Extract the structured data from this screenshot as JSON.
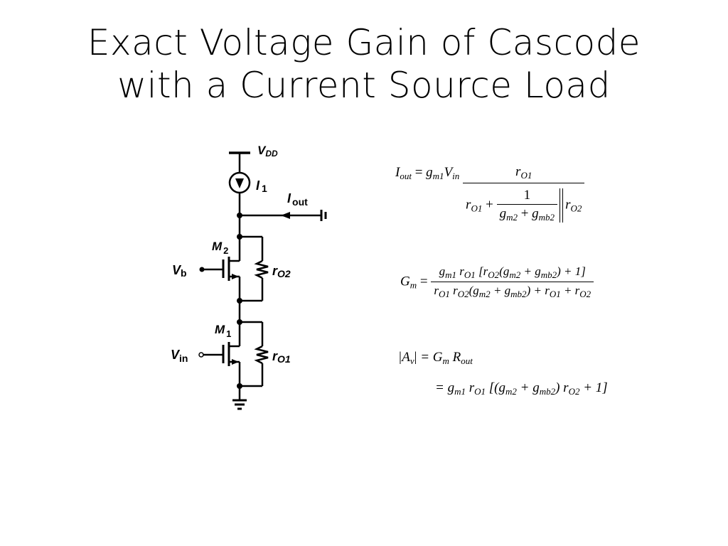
{
  "slide": {
    "title_line1": "Exact Voltage Gain of Cascode",
    "title_line2": "with a Current Source Load"
  },
  "circuit": {
    "labels": {
      "vdd": "V",
      "vdd_sub": "DD",
      "i1": "I",
      "i1_sub": "1",
      "iout": "I",
      "iout_sub": "out",
      "m2": "M",
      "m2_sub": "2",
      "m1": "M",
      "m1_sub": "1",
      "vb": "V",
      "vb_sub": "b",
      "vin": "V",
      "vin_sub": "in",
      "ro2": "r",
      "ro2_sub": "O2",
      "ro1": "r",
      "ro1_sub": "O1"
    }
  },
  "equations": {
    "iout": {
      "lhs": "I",
      "lhs_sub": "out",
      "eq": " = ",
      "gm1": "g",
      "gm1_sub": "m1",
      "vin": "V",
      "vin_sub": "in",
      "num_r": "r",
      "num_r_sub": "O1",
      "den_r": "r",
      "den_r_sub": "O1",
      "plus": " + ",
      "one": "1",
      "gm2": "g",
      "gm2_sub": "m2",
      "gmb2": "g",
      "gmb2_sub": "mb2",
      "ro2": "r",
      "ro2_sub": "O2"
    },
    "gm": {
      "lhs": "G",
      "lhs_sub": "m",
      "eq": " = ",
      "numerator": "g_m1 r_O1 [r_O2(g_m2 + g_mb2) + 1]",
      "denominator": "r_O1 r_O2(g_m2 + g_mb2) + r_O1 + r_O2"
    },
    "av": {
      "line1_lhs": "|A",
      "line1_lhs_sub": "v",
      "line1_lhs_close": "|",
      "line1_rhs": " = G",
      "line1_rhs_sub1": "m",
      "line1_rhs_R": " R",
      "line1_rhs_sub2": "out",
      "line2": "= g_m1 r_O1 [(g_m2 + g_mb2) r_O2 + 1]"
    }
  }
}
